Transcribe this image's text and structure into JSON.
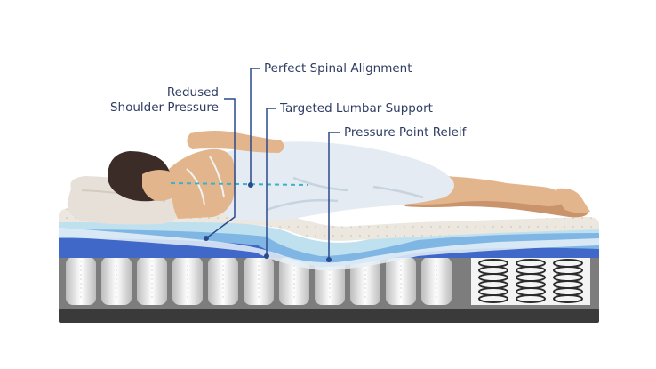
{
  "colors": {
    "callout_text": "#2f3d63",
    "leader_line": "#2a4a8c",
    "skin": "#e3b58d",
    "skin_shadow": "#c9946b",
    "hair": "#3b2c27",
    "gown": "#e4ebf2",
    "gown_shadow": "#c7d3de",
    "pillow": "#e6e0d8",
    "top_layer": "#ece7df",
    "foam_light": "#bfe0ee",
    "foam_mid": "#7fb6e4",
    "foam_dark": "#3f68c8",
    "spine_line": "#39b3c7",
    "coil_band": "#7d7d7d",
    "coil_fabric": "#f3f3f3",
    "base": "#3a3a3a"
  },
  "callouts": [
    {
      "id": "shoulder",
      "lines": [
        "Redused",
        "Shoulder Pressure"
      ]
    },
    {
      "id": "spine",
      "lines": [
        "Perfect Spinal Alignment"
      ]
    },
    {
      "id": "lumbar",
      "lines": [
        "Targeted Lumbar Support"
      ]
    },
    {
      "id": "pressure",
      "lines": [
        "Pressure Point Releif"
      ]
    }
  ],
  "icons": {
    "spring_coil": "spring-coil-icon"
  }
}
